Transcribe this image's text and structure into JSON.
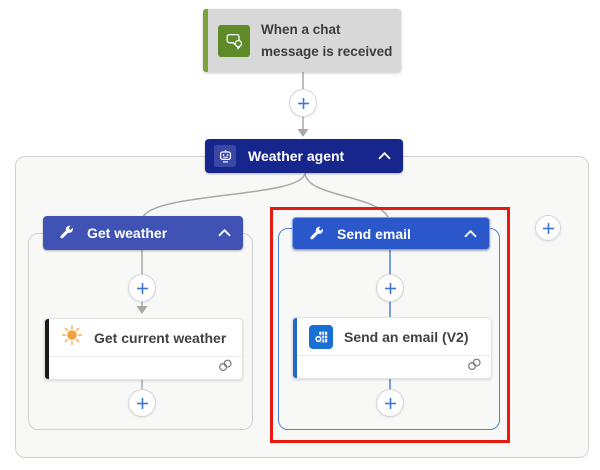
{
  "flow": {
    "trigger": {
      "label": "When a chat message is received",
      "icon": "chat-bubbles-icon"
    },
    "agent": {
      "label": "Weather agent",
      "icon": "bot-icon",
      "collapse_icon": "chevron-up-icon"
    },
    "tools": [
      {
        "label": "Get weather",
        "icon": "wrench-icon",
        "collapse_icon": "chevron-up-icon",
        "selected": false,
        "action": {
          "label": "Get current weather",
          "icon": "sun-icon",
          "connection_icon": "link-icon"
        }
      },
      {
        "label": "Send email",
        "icon": "wrench-icon",
        "collapse_icon": "chevron-up-icon",
        "selected": true,
        "action": {
          "label": "Send an email (V2)",
          "icon": "outlook-icon",
          "connection_icon": "link-icon"
        }
      }
    ],
    "add_buttons_count": 6
  },
  "colors": {
    "agent_header": "#16268c",
    "tool_header": "#4053b4",
    "tool_header_selected": "#2a58ca",
    "selection_border": "#4f82d9",
    "annotation_highlight": "#e8190f",
    "trigger_card_bg": "#d8d8d8",
    "trigger_accent": "#7ca23e",
    "trigger_icon_bg": "#5e8b28",
    "connector": "#a8a8a8",
    "connector_selected": "#4c80d8",
    "plus_sign": "#3b78d6",
    "action_stripe_weather": "#1b1a19",
    "action_stripe_email": "#2569c5",
    "sun": "#f0a13e",
    "outlook_chip": "#1a6fd4"
  }
}
